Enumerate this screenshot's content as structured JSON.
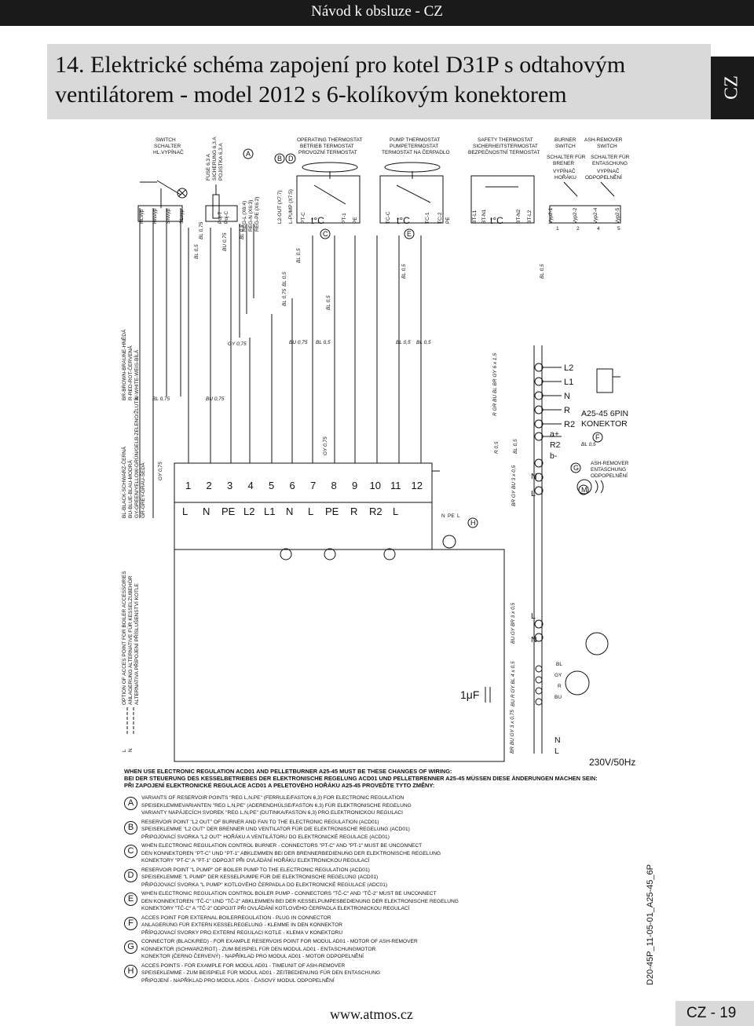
{
  "header": {
    "title": "Návod k obsluze - CZ",
    "section_title_line1": "14. Elektrické schéma zapojení pro kotel D31P s odtahovým",
    "section_title_line2": "ventilátorem - model 2012 s 6-kolíkovým konektorem",
    "lang": "CZ"
  },
  "components": {
    "switch": [
      "SWITCH",
      "SCHALTER",
      "HL.VYPÍNAČ"
    ],
    "fuse": [
      "FUSE 6,3 A",
      "SICHERUNG 6,3 A",
      "POJISTKA 6,3 A"
    ],
    "reg": [
      "REG-L (X6:4)",
      "REG-N (X6:3)",
      "REG-PE (X6:2)"
    ],
    "l2out": "L2-OUT (X7:7)",
    "lpump": "L-PUMP (X7:5)",
    "operating_thermostat": [
      "OPERATING THERMOSTAT",
      "BETRIEB TERMOSTAT",
      "PROVOZNÍ TERMOSTAT"
    ],
    "pump_thermostat": [
      "PUMP THERMOSTAT",
      "PUMPETERMOSTAT",
      "TERMOSTAT NA ČERPADLO"
    ],
    "safety_thermostat": [
      "SAFETY THERMOSTAT",
      "SICHERHEITSTERMOSTAT",
      "BEZPEČNOSTNÍ TERMOSTAT"
    ],
    "burner_switch": [
      "BURNER",
      "SWITCH",
      "SCHALTER FÜR",
      "BRENER",
      "VYPÍNAČ",
      "HOŘÁKU"
    ],
    "ash_remover_switch": [
      "ASH-REMOVER",
      "SWITCH",
      "SCHALTER FÜR",
      "ENTASCHUNG",
      "VYPÍNAČ",
      "ODPOPELNĚNÍ"
    ],
    "ash_remover": [
      "ASH-REMOVER",
      "ENTASCHUNG",
      "ODPOPELNĚNÍ"
    ],
    "connector": [
      "A25-45 6PIN",
      "KONEKTOR"
    ],
    "connector_pins": [
      "L2",
      "L1",
      "N",
      "R",
      "R2"
    ],
    "terminal_numbers": [
      "1",
      "2",
      "3",
      "4",
      "5",
      "6",
      "7",
      "8",
      "9",
      "10",
      "11",
      "12"
    ],
    "terminal_labels": [
      "L",
      "N",
      "PE",
      "L2",
      "L1",
      "N",
      "L",
      "PE",
      "R",
      "R2",
      "L"
    ],
    "temp_symbol": "t°C",
    "capacitor": "1μF",
    "supply": "230V/50Hz",
    "side_wires": [
      "a+",
      "R2",
      "b-",
      "N",
      "L"
    ],
    "side_wires_lower": [
      "L",
      "N"
    ],
    "bottom_side_wires": [
      "BL",
      "GY",
      "R",
      "BU"
    ],
    "lower_npe": [
      "N",
      "PE",
      "L"
    ],
    "bottom_nl": [
      "N",
      "L"
    ],
    "pin_labels": [
      "HLvyp",
      "HNvyp",
      "SNvyp",
      "SLvyp",
      "Poj-T",
      "Poj-C",
      "PT-C",
      "PT-1",
      "PE",
      "TC-C",
      "TC-1",
      "TC-2",
      "PE",
      "BT-L1",
      "BT-N1",
      "BT-N2",
      "BT-L2",
      "Vyp2-1",
      "Vyp2-2",
      "Vyp2-4",
      "Vyp2-5"
    ],
    "pin_numbers": [
      "1",
      "2",
      "4",
      "5"
    ],
    "markers": [
      "A",
      "B",
      "D",
      "C",
      "E",
      "F",
      "G",
      "H",
      "M"
    ]
  },
  "wire_labels": {
    "bl05": "BL 0,5",
    "bl075": "BL 0,75",
    "bu075": "BU 0,75",
    "gy075": "GY 0,75",
    "bu05": "BU 0,5",
    "cable_6x15": "R GR BU BL BR GY 6 x 1,5",
    "cable_3x05": "BR GY BU 3 x 0,5",
    "cable_3x05b": "BU GY BR 3 x 0,5",
    "cable_4x05": "BU R GY BL 4 x 0,5",
    "cable_3x075": "BR BU GY 3 x 0,75",
    "r05": "R 0,5",
    "bl05b": "BL 0,5"
  },
  "legend": {
    "colors_left": [
      "BL-BLACK-SCHWARZ-ČERNÁ",
      "BU-BLUE-BLAU-MODRÁ",
      "GY-GREEN/YELLOW-GRÜN/GELB-ZELENO/ŽLUTÁ",
      "GR-GREY-GRAU-ŠEDÁ"
    ],
    "colors_right": [
      "BR-BROWN-BRAUNE-HNĚDÁ",
      "R-RED-ROT-ČERVENÁ",
      "W-WHITE-WEIS-BÍLÁ"
    ],
    "option": [
      "OPTION OF ACCES POINT FOR BOILER ACCESSORIES",
      "ANLAGERUNG ALTERNATIVE FÜR KESSELZUBEHÖR",
      "ALTERNATIVA PŘÍPOJENÍ PŘÍSLUŠENSTVÍ KOTLE"
    ],
    "ln": [
      "L",
      "N"
    ]
  },
  "notes": {
    "head": [
      "WHEN USE ELECTRONIC REGULATION ACD01 AND PELLETBURNER A25-45 MUST BE THESE CHANGES OF WIRING:",
      "BEI DER STEUERUNG DES KESSELBETRIEBES DER ELEKTRONISCHE REGELUNG ACD01 UND PELLETBRENNER A25-45 MÜSSEN DIESE ÄNDERUNGEN MACHEN SEIN:",
      "PŘI ZAPOJENÍ ELEKTRONICKÉ REGULACE ACD01 A PELETOVÉHO HOŘÁKU A25-45 PROVEĎTE TYTO ZMĚNY:"
    ],
    "variants": [
      {
        "badge": "A",
        "lines": [
          "VARIANTS OF RESERVOIR POINTS \"REG L,N,PE\" (FERRULE/FASTON 6,3) FOR ELECTRONIC REGULATION",
          "SPEISEKLEMMEVARIANTEN \"REG L,N,PE\" (ADERENDHÜLSE/FASTON 6,3) FÜR ELEKTRONISCHE REGELUNG",
          "VARIANTY NAPÁJECÍCH SVOREK \"REG L,N,PE\" (DUTINKA/FASTON 6,3) PRO ELEKTRONICKOU REGULACI"
        ]
      },
      {
        "badge": "B",
        "lines": [
          "RESERVOIR POINT \"L2 OUT\" OF BURNER AND FAN TO THE ELECTRONIC REGULATION (ACD01)",
          "SPEISEKLEMME \"L2 OUT\" DER BRENNER UND VENTILATOR FÜR DIE ELEKTRONISCHE REGELUNG (ACD01)",
          "PŘIPOJOVACÍ SVORKA \"L2 OUT\" HOŘÁKU A VENTILÁTORU DO ELEKTRONICKÉ REGULACE (ACD01)"
        ]
      },
      {
        "badge": "C",
        "lines": [
          "WHEN ELECTRONIC REGULATION CONTROL BURNER - CONNECTORS \"PT-C\" AND \"PT-1\" MUST BE UNCONNECT",
          "DEN KONNEKTOREN \"PT-C\" UND \"PT-1\" ABKLEMMEN BEI DER BRENNERBEDIENUNG DER ELEKTRONISCHE REGELUNG",
          "KONEKTORY \"PT-C\" A \"PT-1\" ODPOJIT PŘI OVLÁDÁNÍ HOŘÁKU ELEKTRONICKOU REGULACÍ"
        ]
      },
      {
        "badge": "D",
        "lines": [
          "RESERVOIR POINT \"L PUMP\" OF BOILER PUMP TO THE ELECTRONIC REGULATION (ACD01)",
          "SPEISEKLEMME \"L PUMP\" DER KESSELPUMPE FÜR DIE ELEKTRONISCHE REGELUNG (ACD01)",
          "PŘIPOJOVACÍ SVORKA \"L PUMP\" KOTLOVÉHO ČERPADLA DO ELEKTRONICKÉ REGULACE (ADC01)"
        ]
      },
      {
        "badge": "E",
        "lines": [
          "WHEN ELECTRONIC REGULATION CONTROL BOILER PUMP - CONNECTORS \"TČ-C\" AND \"TČ-2\" MUST BE UNCONNECT",
          "DEN KONNEKTOREN \"TČ-C\" UND \"TČ-2\" ABKLEMMEN BEI DER KESSELPUMPESBEDIENUNG DER ELEKTRONISCHE REGELUNG",
          "KONEKTORY \"TČ-C\" A \"TČ-2\" ODPOJIT PŘI OVLÁDÁNÍ KOTLOVÉHO ČERPADLA ELEKTRONICKOU REGULACÍ"
        ]
      },
      {
        "badge": "F",
        "lines": [
          "ACCES POINT FOR EXTERNAL BOILERREGULATION - PLUG IN CONNECTOR",
          "ANLAGERUNG FÜR EXTERN KESSELREGELUNG - KLEMME IN DEN KONNEKTOR",
          "PŘÍPOJOVACÍ SVORKY PRO EXTERNÍ REGULACI KOTLE - KLEMA V KONEKTORU"
        ]
      },
      {
        "badge": "G",
        "lines": [
          "CONNECTOR (BLACK/RED) - FOR EXAMPLE RESERVOIS POINT FOR MODUL AD01 - MOTOR OF ASH-REMOVER",
          "KONNEKTOR (SCHWARZ/ROT) - ZUM BEISPIEL FÜR DEN MODUL AD01 - ENTASCHUNGMOTOR",
          "KONEKTOR (ČERNO ČERVENÝ) - NAPŘÍKLAD PRO MODUL AD01 - MOTOR ODPOPELNĚNÍ"
        ]
      },
      {
        "badge": "H",
        "lines": [
          "ACCES POINTS - FOR EXAMPLE FOR MODUL AD01 - TIMEUNIT OF ASH-REMOVER",
          "SPEISEKLEMME - ZUM BEISPIELE FÜR MODUL AD01 - ZEITBEDIENUNG FÜR DEN ENTASCHUNG",
          "PŘIPOJENÍ - NAPŘÍKLAD PRO MODUL AD01 - ČASOVÝ MODUL ODPOPELNĚNÍ"
        ]
      }
    ]
  },
  "footer": {
    "doc_id": "D20-45P_11-05-01_A25-45_6P",
    "url": "www.atmos.cz",
    "page": "CZ - 19"
  }
}
